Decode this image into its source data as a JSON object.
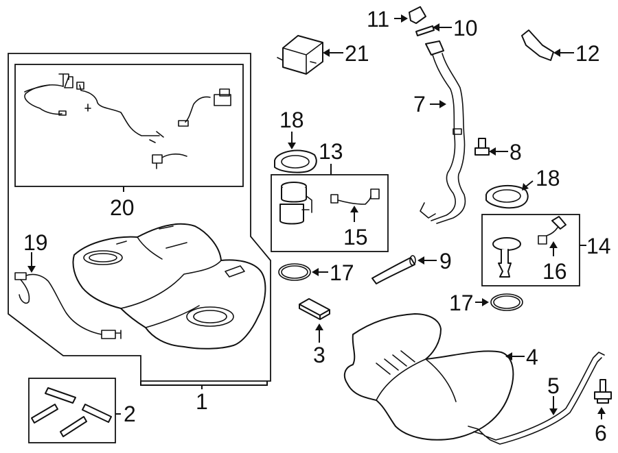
{
  "callouts": {
    "c1": "1",
    "c2": "2",
    "c3": "3",
    "c4": "4",
    "c5": "5",
    "c6": "6",
    "c7": "7",
    "c8": "8",
    "c9": "9",
    "c10": "10",
    "c11": "11",
    "c12": "12",
    "c13": "13",
    "c14": "14",
    "c15": "15",
    "c16": "16",
    "c17a": "17",
    "c17b": "17",
    "c18a": "18",
    "c18b": "18",
    "c19": "19",
    "c20": "20",
    "c21": "21"
  }
}
